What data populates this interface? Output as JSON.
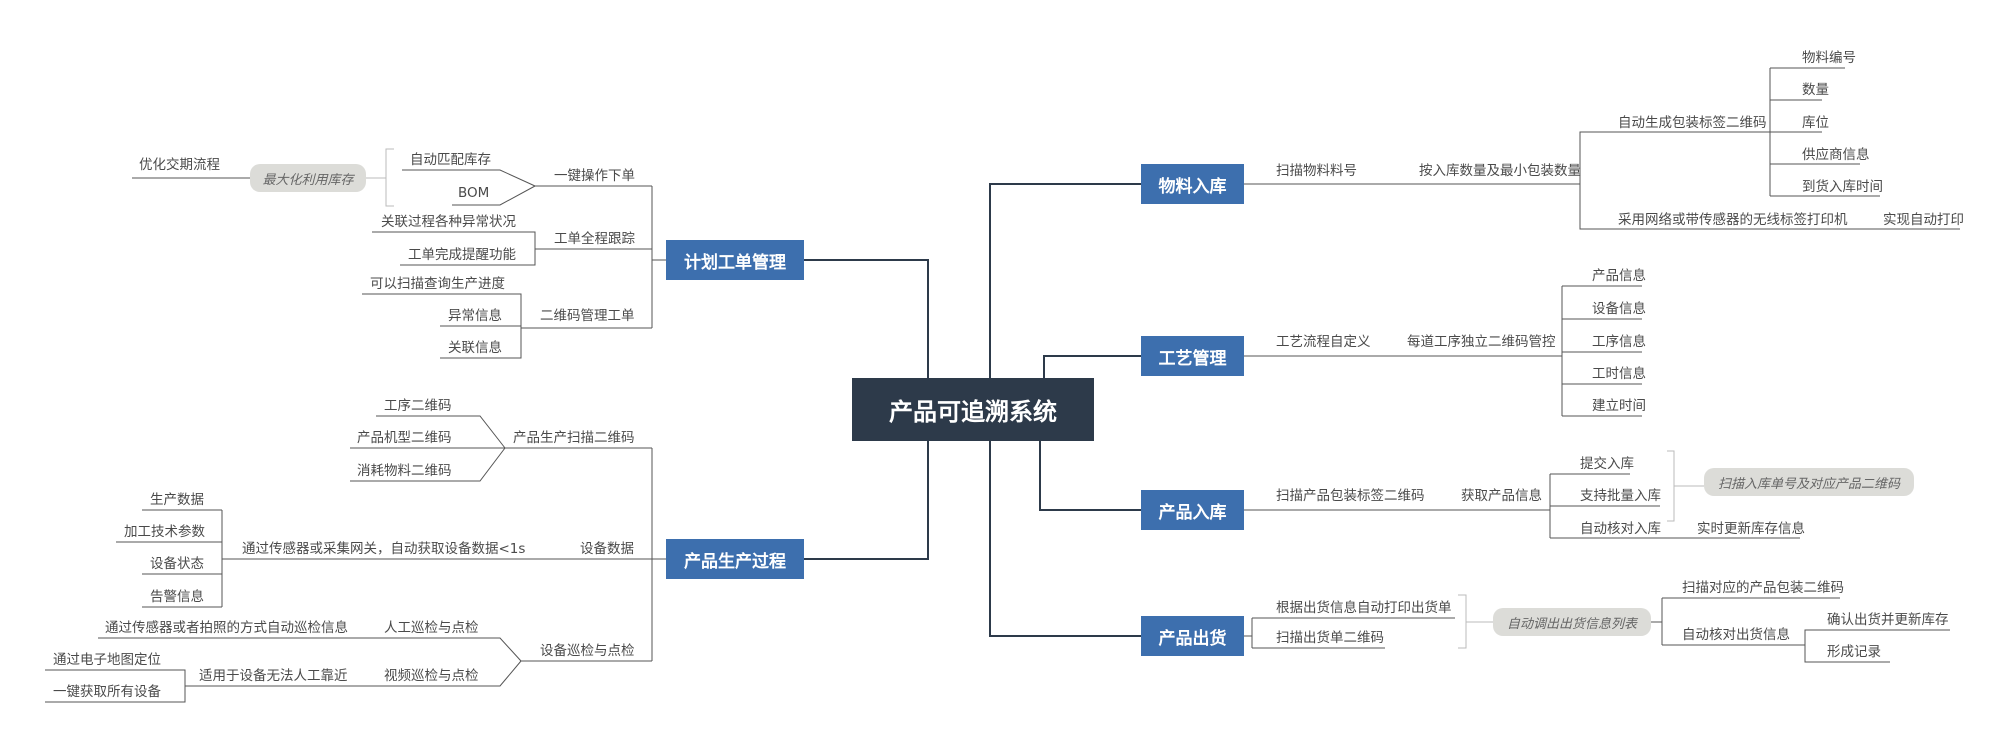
{
  "colors": {
    "root_bg": "#2d3a4a",
    "main_bg": "#3d6fae",
    "line": "#2d3a4a",
    "sub_line": "#555555",
    "pill_bg": "#dcdcd8"
  },
  "root": "产品可追溯系统",
  "right": {
    "material_in": {
      "title": "物料入库",
      "scan_material_no": "扫描物料料号",
      "by_qty": "按入库数量及最小包装数量",
      "auto_label": "自动生成包装标签二维码",
      "label_items": [
        "物料编号",
        "数量",
        "库位",
        "供应商信息",
        "到货入库时间"
      ],
      "printer": "采用网络或带传感器的无线标签打印机",
      "auto_print": "实现自动打印"
    },
    "process": {
      "title": "工艺管理",
      "custom_flow": "工艺流程自定义",
      "per_step_qr": "每道工序独立二维码管控",
      "items": [
        "产品信息",
        "设备信息",
        "工序信息",
        "工时信息",
        "建立时间"
      ]
    },
    "product_in": {
      "title": "产品入库",
      "scan_pack_qr": "扫描产品包装标签二维码",
      "get_info": "获取产品信息",
      "items": [
        "提交入库",
        "支持批量入库",
        "自动核对入库"
      ],
      "pill": "扫描入库单号及对应产品二维码",
      "realtime": "实时更新库存信息"
    },
    "shipment": {
      "title": "产品出货",
      "auto_print_order": "根据出货信息自动打印出货单",
      "scan_order_qr": "扫描出货单二维码",
      "pill": "自动调出出货信息列表",
      "scan_pack": "扫描对应的产品包装二维码",
      "auto_check": "自动核对出货信息",
      "confirm": "确认出货并更新库存",
      "record": "形成记录"
    }
  },
  "left": {
    "plan": {
      "title": "计划工单管理",
      "one_click": "一键操作下单",
      "auto_match": "自动匹配库存",
      "bom": "BOM",
      "max_use_pill": "最大化利用库存",
      "optimize": "优化交期流程",
      "tracking": "工单全程跟踪",
      "abnormal": "关联过程各种异常状况",
      "reminder": "工单完成提醒功能",
      "qr_manage": "二维码管理工单",
      "scan_progress": "可以扫描查询生产进度",
      "abnormal_info": "异常信息",
      "related_info": "关联信息"
    },
    "production": {
      "title": "产品生产过程",
      "scan_qr": "产品生产扫描二维码",
      "qr_items": [
        "工序二维码",
        "产品机型二维码",
        "消耗物料二维码"
      ],
      "device_data": "设备数据",
      "sensor_gateway": "通过传感器或采集网关，自动获取设备数据<1s",
      "device_items": [
        "生产数据",
        "加工技术参数",
        "设备状态",
        "告警信息"
      ],
      "inspection": "设备巡检与点检",
      "manual": "人工巡检与点检",
      "manual_desc": "通过传感器或者拍照的方式自动巡检信息",
      "video": "视频巡检与点检",
      "video_desc": "适用于设备无法人工靠近",
      "map_locate": "通过电子地图定位",
      "get_all": "一键获取所有设备"
    }
  }
}
